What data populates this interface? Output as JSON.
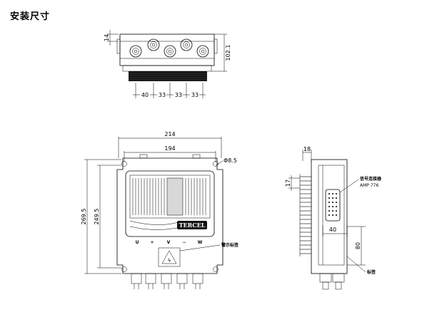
{
  "heading": "安装尺寸",
  "top_view": {
    "dim_height_small": "14",
    "dim_height": "102.1",
    "spacing": [
      "40",
      "33",
      "33",
      "33"
    ]
  },
  "front_view": {
    "dim_overall_width": "214",
    "dim_inner_width": "194",
    "dim_hole": "Φ8.5",
    "dim_overall_height": "269.5",
    "dim_inner_height": "249.5",
    "terminals": [
      "U",
      "+",
      "V",
      "−",
      "W"
    ],
    "brand": "TERCEL",
    "warning_label": "警示标签"
  },
  "side_view": {
    "dim_top": "18",
    "dim_left": "17",
    "connector_label": "信号连接器",
    "connector_model": "AMP 776",
    "dim_40": "40",
    "dim_80": "80",
    "tag_label": "标签"
  }
}
